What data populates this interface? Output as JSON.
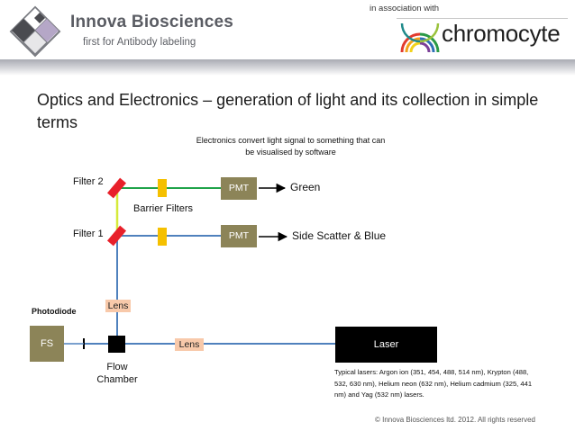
{
  "header": {
    "brand_name": "Innova Biosciences",
    "brand_tagline": "first for Antibody labeling",
    "association": "in association with",
    "partner_name": "chromocyte"
  },
  "slide": {
    "title": "Optics and Electronics – generation of light and its collection in simple terms",
    "electronics_note": "Electronics convert light signal to something that can be visualised by software"
  },
  "diagram": {
    "filter_2": "Filter 2",
    "filter_1": "Filter 1",
    "barrier_filters": "Barrier Filters",
    "pmt_top": "PMT",
    "pmt_bottom": "PMT",
    "output_top": "Green",
    "output_bottom": "Side Scatter & Blue",
    "photodiode": "Photodiode",
    "fs": "FS",
    "lens_vertical": "Lens",
    "lens_horizontal": "Lens",
    "flow_chamber": "Flow Chamber",
    "laser": "Laser",
    "lasers_note": "Typical lasers: Argon ion (351, 454, 488, 514 nm), Krypton (488, 532, 630 nm), Helium neon (632 nm), Helium cadmium (325, 441 nm) and Yag (532 nm) lasers."
  },
  "colors": {
    "pmt_box": "#8c8458",
    "filter_red": "#e8202a",
    "barrier_yellow": "#f5c000",
    "green_beam": "#1fa34a",
    "blue_beam": "#4f81bd",
    "yellow_green_beam": "#d6ea3a",
    "lens_fill": "#f8c9aa"
  },
  "footer": {
    "copyright": "© Innova Biosciences ltd. 2012. All rights reserved"
  }
}
